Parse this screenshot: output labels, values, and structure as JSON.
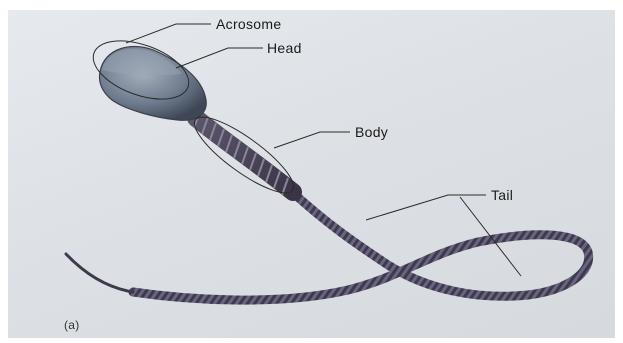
{
  "diagram": {
    "panel_label": "(a)",
    "labels": {
      "acrosome": "Acrosome",
      "head": "Head",
      "body": "Body",
      "tail": "Tail"
    },
    "colors": {
      "background": "#dde1e6",
      "head_fill": "#6f7c8e",
      "acrosome_fill": "#8d98a8",
      "body_fill": "#4a4558",
      "tail_fill": "#4e4a5f",
      "leader_lines": "#2b2b2b"
    }
  }
}
